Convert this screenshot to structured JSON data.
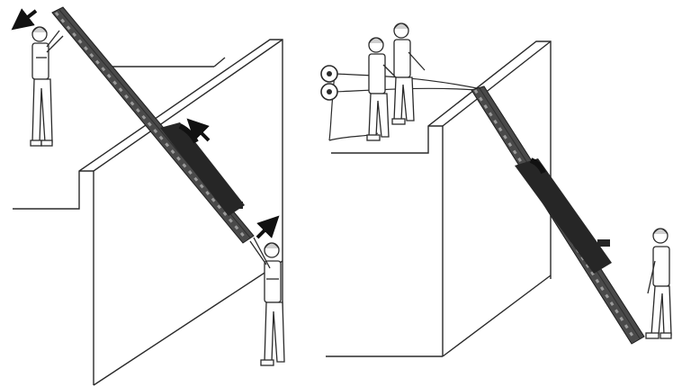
{
  "figure": {
    "panels": [
      {
        "id": "left",
        "scene": "ladder-lift-upward"
      },
      {
        "id": "right",
        "scene": "ladder-lower-with-ropes"
      }
    ],
    "colors": {
      "ink": "#2a2a2a",
      "ladder": "#4a4a4a",
      "ladder_dark": "#2e2e2e",
      "stretcher": "#262626",
      "figure_fill": "#ffffff",
      "background": "#ffffff"
    },
    "icons": [
      "arrow-icon",
      "arrow-icon",
      "arrow-icon",
      "pulley-icon",
      "pulley-icon"
    ]
  }
}
